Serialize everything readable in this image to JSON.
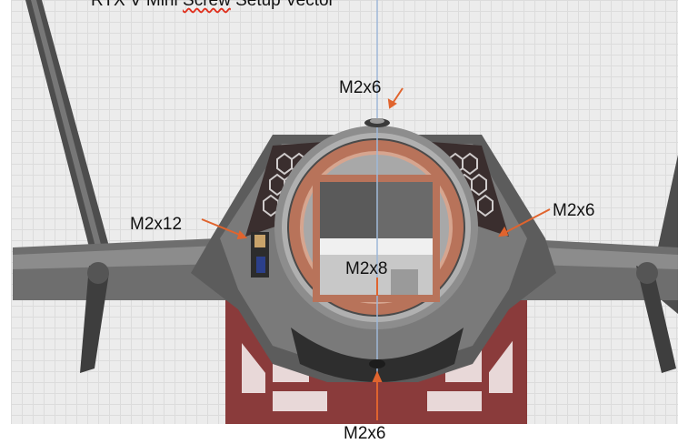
{
  "title": {
    "prefix": "RTX V Mini ",
    "misspelled_word": "Screw",
    "suffix": " Setup Vector"
  },
  "callouts": {
    "top": "M2x6",
    "left": "M2x12",
    "right": "M2x6",
    "center": "M2x8",
    "bottom": "M2x6"
  },
  "colors": {
    "arrow": "#e0642e",
    "mount": "#8a3b3b",
    "ring": "#b8735a",
    "body": "#5a5a5a",
    "grid_bg": "#ececec"
  }
}
